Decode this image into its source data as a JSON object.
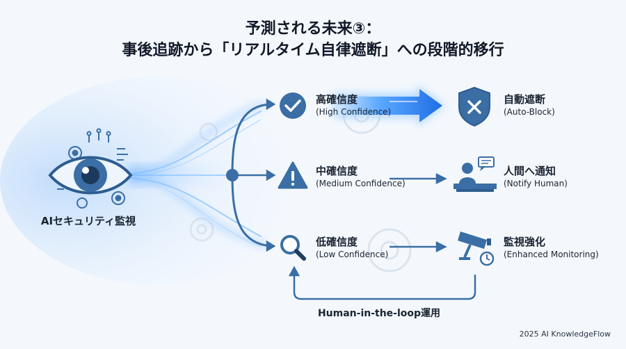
{
  "title": {
    "line1": "予測される未来③：",
    "line2": "事後追跡から「リアルタイム自律遮断」への段階的移行"
  },
  "source": {
    "label": "AIセキュリティ監視",
    "icon": "eye-circuit-icon"
  },
  "levels": [
    {
      "label": "高確信度",
      "sub": "(High Confidence)",
      "icon": "check-circle-icon",
      "action": {
        "label": "自動遮断",
        "sub": "(Auto-Block)",
        "icon": "shield-x-icon"
      }
    },
    {
      "label": "中確信度",
      "sub": "(Medium Confidence)",
      "icon": "warning-triangle-icon",
      "action": {
        "label": "人間へ通知",
        "sub": "(Notify Human)",
        "icon": "person-desk-icon"
      }
    },
    {
      "label": "低確信度",
      "sub": "(Low Confidence)",
      "icon": "magnifier-icon",
      "action": {
        "label": "監視強化",
        "sub": "(Enhanced Monitoring)",
        "icon": "camera-clock-icon"
      }
    }
  ],
  "loop": {
    "label": "Human-in-the-loop運用"
  },
  "footer": "2025 AI KnowledgeFlow",
  "colors": {
    "primary": "#3a6ea5",
    "accent": "#2e86ff",
    "dark": "#1a2330"
  }
}
